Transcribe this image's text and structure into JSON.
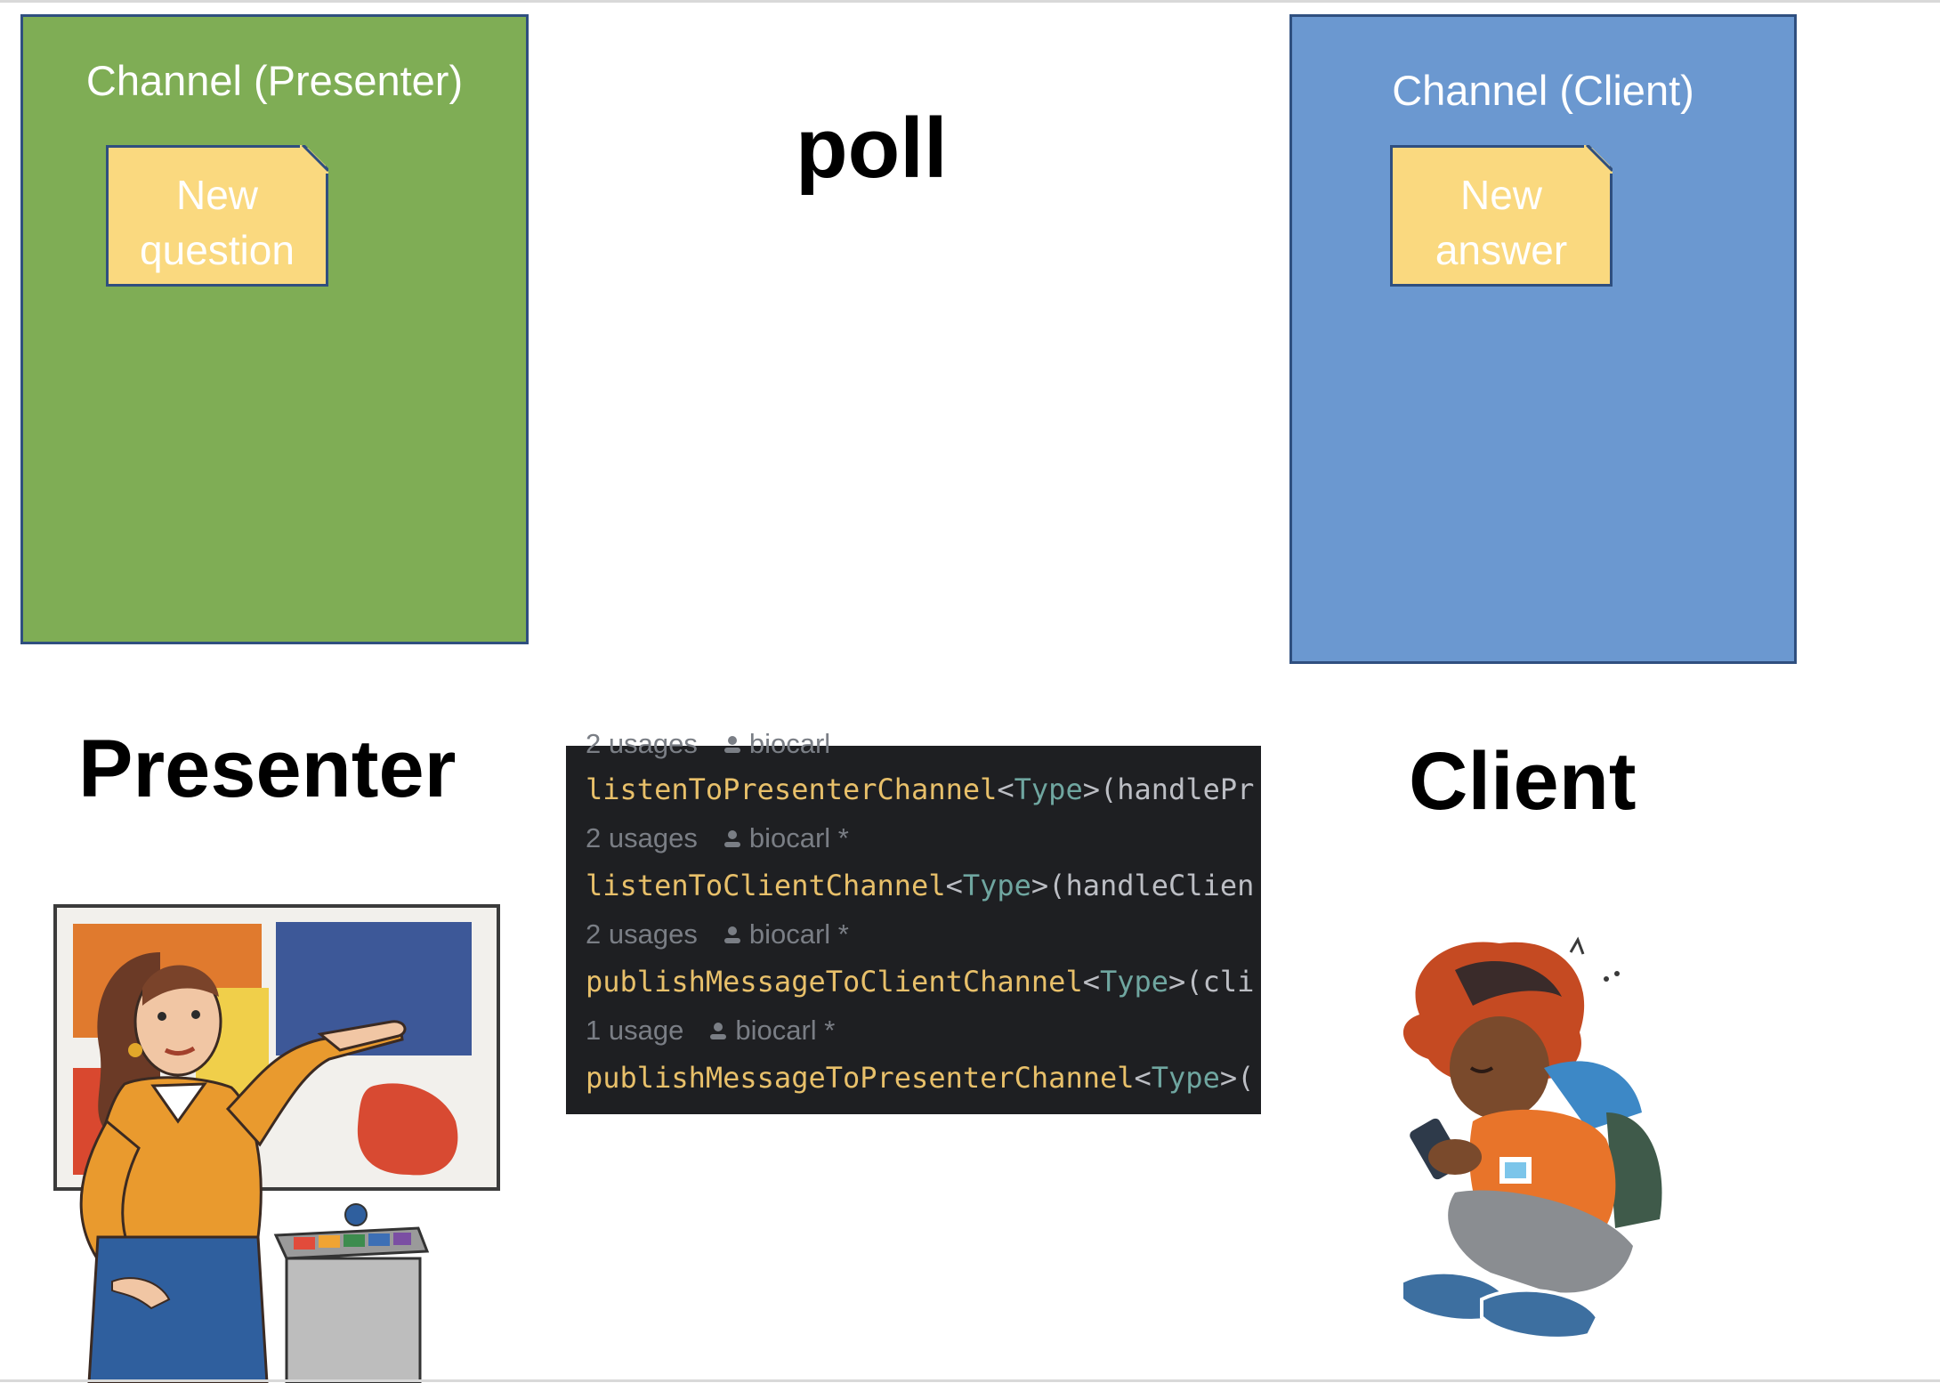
{
  "channels": {
    "presenter": {
      "title": "Channel (Presenter)",
      "note": [
        "New",
        "question"
      ],
      "color": "#7fad55"
    },
    "client": {
      "title": "Channel (Client)",
      "note": [
        "New",
        "answer"
      ],
      "color": "#6b98d0"
    }
  },
  "labels": {
    "poll": "poll",
    "presenter": "Presenter",
    "client": "Client"
  },
  "code": {
    "top_meta": {
      "usages": "2 usages",
      "user": "biocarl"
    },
    "blocks": [
      {
        "fn": "listenToPresenterChannel",
        "type": "Type",
        "rest": ">(handlePr"
      },
      {
        "meta_usages": "2 usages",
        "meta_user": "biocarl *"
      },
      {
        "fn": "listenToClientChannel",
        "type": "Type",
        "rest": ">(handleClien"
      },
      {
        "meta_usages": "2 usages",
        "meta_user": "biocarl *"
      },
      {
        "fn": "publishMessageToClientChannel",
        "type": "Type",
        "rest": ">(cli"
      },
      {
        "meta_usages": "1 usage",
        "meta_user": "biocarl *"
      },
      {
        "fn": "publishMessageToPresenterChannel",
        "type": "Type",
        "rest": ">("
      }
    ]
  },
  "colors": {
    "note": "#fad97f",
    "border": "#2f4f7f",
    "code_bg": "#1e1f22",
    "code_fn": "#e8c06a",
    "code_type": "#6fa6a0"
  },
  "icons": {
    "user": "person-icon",
    "presenter_illustration": "presenter-illustration",
    "client_illustration": "client-illustration"
  }
}
